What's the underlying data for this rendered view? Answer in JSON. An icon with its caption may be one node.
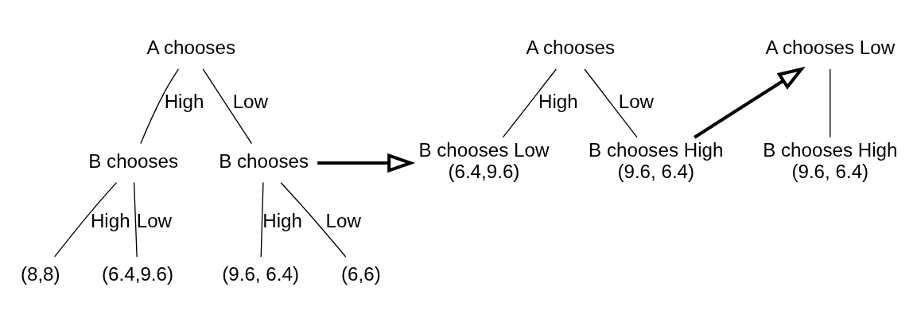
{
  "diagram": {
    "nodes": [
      {
        "text": [
          "A chooses"
        ]
      },
      {
        "text": [
          "B chooses"
        ]
      },
      {
        "text": [
          "B chooses"
        ]
      },
      {
        "text": [
          "(8,8)"
        ]
      },
      {
        "text": [
          "(6.4,9.6)"
        ]
      },
      {
        "text": [
          "(9.6, 6.4)"
        ]
      },
      {
        "text": [
          "(6,6)"
        ]
      },
      {
        "text": [
          "A chooses"
        ]
      },
      {
        "text": [
          "B chooses Low",
          "(6.4,9.6)"
        ]
      },
      {
        "text": [
          "B chooses High",
          "(9.6, 6.4)"
        ]
      },
      {
        "text": [
          "A chooses Low"
        ]
      },
      {
        "text": [
          "B chooses High",
          "(9.6, 6.4)"
        ]
      }
    ],
    "edges": [
      {
        "from": 0,
        "to": 1,
        "arrow": "none",
        "label": "High"
      },
      {
        "from": 0,
        "to": 2,
        "arrow": "none",
        "label": "Low"
      },
      {
        "from": 1,
        "to": 3,
        "arrow": "none",
        "label": "High"
      },
      {
        "from": 1,
        "to": 4,
        "arrow": "none",
        "label": "Low"
      },
      {
        "from": 2,
        "to": 5,
        "arrow": "none",
        "label": "High"
      },
      {
        "from": 2,
        "to": 6,
        "arrow": "none",
        "label": "Low"
      },
      {
        "from": 7,
        "to": 8,
        "arrow": "none",
        "label": "High"
      },
      {
        "from": 7,
        "to": 9,
        "arrow": "none",
        "label": "Low"
      },
      {
        "from": 10,
        "to": 11,
        "arrow": "none"
      },
      {
        "from": 2,
        "to": 8,
        "arrow": "to",
        "style": "thick"
      },
      {
        "from": 9,
        "to": 10,
        "arrow": "to",
        "style": "thick"
      }
    ]
  }
}
